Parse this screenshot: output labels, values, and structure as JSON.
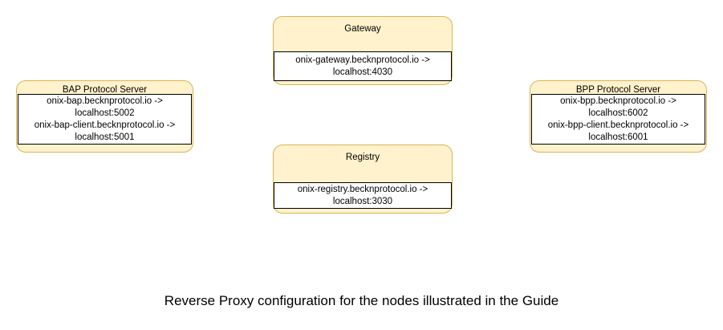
{
  "diagram": {
    "caption": "Reverse Proxy configuration for the nodes illustrated in the Guide",
    "colors": {
      "node_fill": "#fff2cc",
      "node_border": "#d6b656",
      "detail_fill": "#ffffff",
      "detail_border": "#000000",
      "text": "#000000",
      "background": "#ffffff"
    },
    "nodes": [
      {
        "id": "bap",
        "title": "BAP Protocol Server",
        "mappings": [
          "onix-bap.becknprotocol.io ->",
          "localhost:5002",
          "onix-bap-client.becknprotocol.io ->",
          "localhost:5001"
        ]
      },
      {
        "id": "gateway",
        "title": "Gateway",
        "mappings": [
          "onix-gateway.becknprotocol.io ->",
          "localhost:4030"
        ]
      },
      {
        "id": "bpp",
        "title": "BPP Protocol Server",
        "mappings": [
          "onix-bpp.becknprotocol.io ->",
          "localhost:6002",
          "onix-bpp-client.becknprotocol.io ->",
          "localhost:6001"
        ]
      },
      {
        "id": "registry",
        "title": "Registry",
        "mappings": [
          "onix-registry.becknprotocol.io ->",
          "localhost:3030"
        ]
      }
    ]
  }
}
